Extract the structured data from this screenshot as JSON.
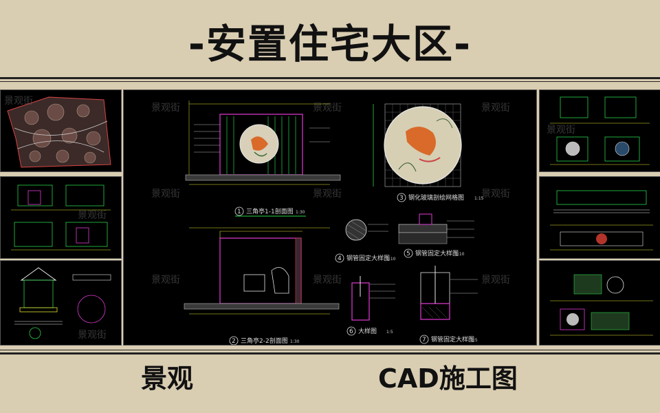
{
  "title": "-安置住宅大区-",
  "captions": {
    "left": "景观",
    "right": "CAD施工图"
  },
  "watermark": "景观街",
  "drawing_labels": [
    {
      "num": "1",
      "text": "三角亭1-1剖面图",
      "scale": "1:30"
    },
    {
      "num": "2",
      "text": "三角亭2-2剖面图",
      "scale": "1:30"
    },
    {
      "num": "3",
      "text": "钢化玻璃剖绘网格图",
      "scale": "1:15"
    },
    {
      "num": "4",
      "text": "钢管固定大样图",
      "scale": "1:10"
    },
    {
      "num": "5",
      "text": "钢管固定大样图",
      "scale": "1:10"
    },
    {
      "num": "6",
      "text": "大样图",
      "scale": "1:5"
    },
    {
      "num": "7",
      "text": "钢管固定大样图",
      "scale": "1:5"
    }
  ],
  "colors": {
    "background": "#d9cdb2",
    "cad_background": "#000000",
    "cad_green": "#29d34a",
    "cad_yellow": "#e6e633",
    "cad_magenta": "#e23bd6",
    "cad_white": "#e8e8e8",
    "cad_red": "#e33a3a",
    "cad_cyan": "#37c8d8"
  }
}
